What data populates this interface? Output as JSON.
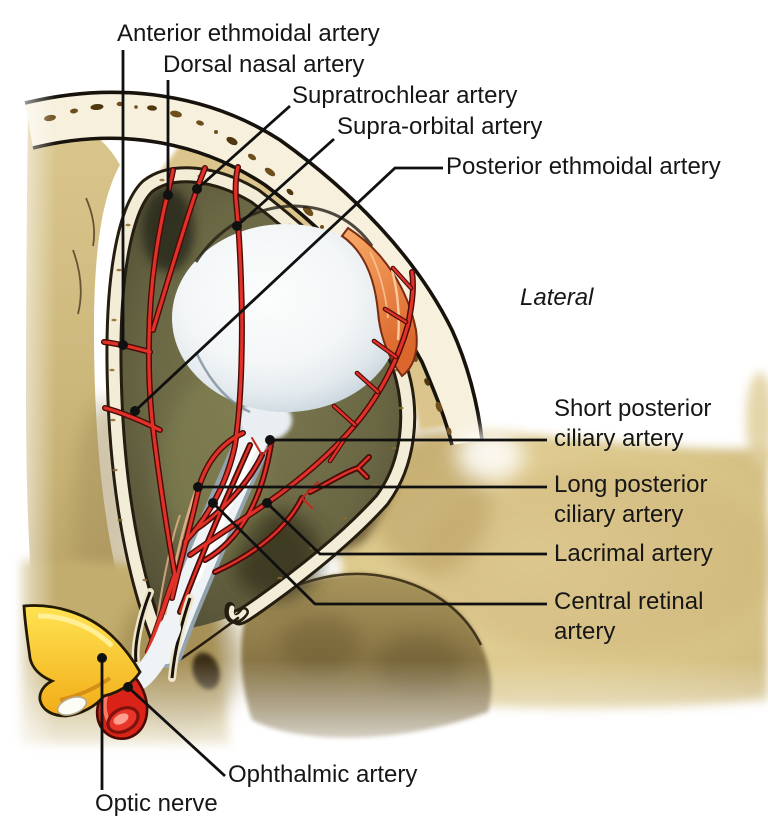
{
  "figure": {
    "type": "anatomical-illustration",
    "subject": "Ophthalmic artery and its branches in the orbit (superior view)",
    "orientation_note": "Lateral"
  },
  "annotations": {
    "anterior_ethmoidal": {
      "text": "Anterior ethmoidal artery"
    },
    "dorsal_nasal": {
      "text": "Dorsal nasal artery"
    },
    "supratrochlear": {
      "text": "Supratrochlear artery"
    },
    "supraorbital": {
      "text": "Supra-orbital artery"
    },
    "posterior_ethmoidal": {
      "text": "Posterior ethmoidal artery"
    },
    "lateral": {
      "text": "Lateral"
    },
    "short_posterior_ciliary": {
      "line1": "Short posterior",
      "line2": "ciliary artery"
    },
    "long_posterior_ciliary": {
      "line1": "Long posterior",
      "line2": "ciliary artery"
    },
    "lacrimal": {
      "text": "Lacrimal artery"
    },
    "central_retinal": {
      "line1": "Central retinal",
      "line2": "artery"
    },
    "ophthalmic": {
      "text": "Ophthalmic artery"
    },
    "optic_nerve": {
      "text": "Optic nerve"
    }
  },
  "colors": {
    "label_text": "#161616",
    "leader_line": "#101010",
    "artery_red": "#d92a1e",
    "artery_outline": "#4a0c08",
    "nerve_yellow": "#ffd41f",
    "bone_cream": "#f6f0dd",
    "bone_tan": "#cdb87c",
    "orbit_olive": "#6a6744",
    "eyeball_white": "#f3f6f7",
    "lacrimal_gland_orange": "#ef8c4e",
    "background": "#ffffff"
  }
}
